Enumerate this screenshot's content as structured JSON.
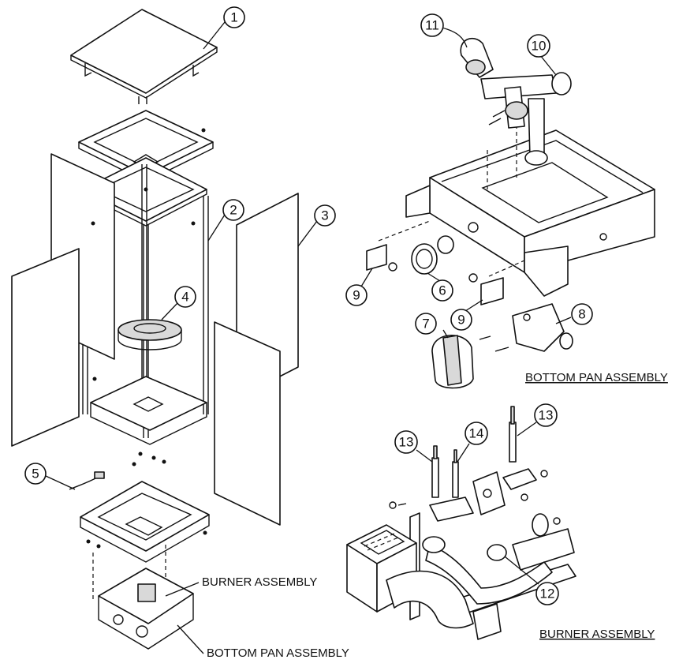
{
  "callouts": {
    "c1": "1",
    "c2": "2",
    "c3": "3",
    "c4": "4",
    "c5": "5",
    "c6": "6",
    "c7": "7",
    "c8": "8",
    "c9a": "9",
    "c9b": "9",
    "c10": "10",
    "c11": "11",
    "c12": "12",
    "c13a": "13",
    "c13b": "13",
    "c14": "14"
  },
  "labels": {
    "burner_assembly_left": "BURNER ASSEMBLY",
    "bottom_pan_assembly_left": "BOTTOM PAN ASSEMBLY",
    "bottom_pan_assembly_title": "BOTTOM PAN ASSEMBLY",
    "burner_assembly_title": "BURNER ASSEMBLY"
  },
  "colors": {
    "ink": "#111111",
    "paper": "#ffffff",
    "shade": "#d9d9d9"
  }
}
